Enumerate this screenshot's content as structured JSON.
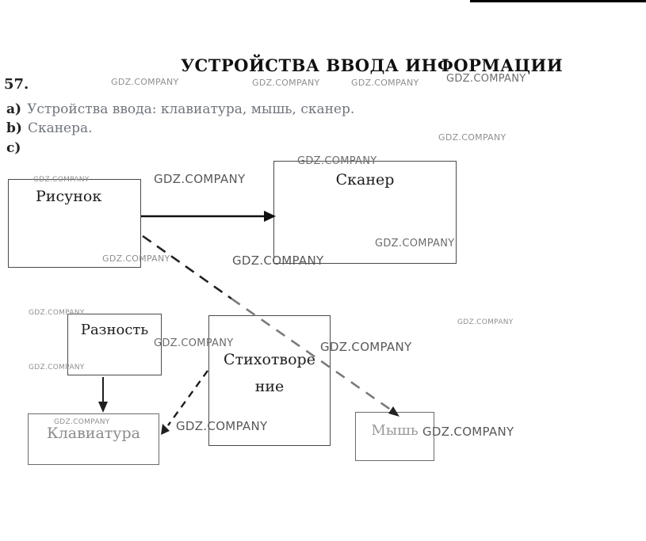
{
  "watermark": {
    "text": "GDZ.COMPANY"
  },
  "page": {
    "title": "УСТРОЙСТВА ВВОДА ИНФОРМАЦИИ",
    "problem_number": "57.",
    "answers": [
      {
        "label": "a)",
        "text": "Устройства ввода: клавиатура, мышь, сканер."
      },
      {
        "label": "b)",
        "text": "Сканера."
      },
      {
        "label": "c)",
        "text": ""
      }
    ]
  },
  "diagram": {
    "boxes": [
      {
        "id": "risunok",
        "label": "Рисунок"
      },
      {
        "id": "skaner",
        "label": "Сканер"
      },
      {
        "id": "raznost",
        "label": "Разность"
      },
      {
        "id": "stihotvorenie",
        "label": "Стихотворе\nние"
      },
      {
        "id": "klaviatura",
        "label": "Клавиатура"
      },
      {
        "id": "mysh",
        "label": "Мышь"
      }
    ],
    "connectors": [
      {
        "from": "Рисунок",
        "to": "Сканер",
        "style": "solid-arrow"
      },
      {
        "from": "Разность",
        "to": "Клавиатура",
        "style": "solid-arrow"
      },
      {
        "from": "Стихотворение",
        "to": "Клавиатура",
        "style": "dashed-arrow"
      },
      {
        "from": "Рисунок",
        "to": "Мышь",
        "style": "dashed-arrow"
      }
    ]
  }
}
